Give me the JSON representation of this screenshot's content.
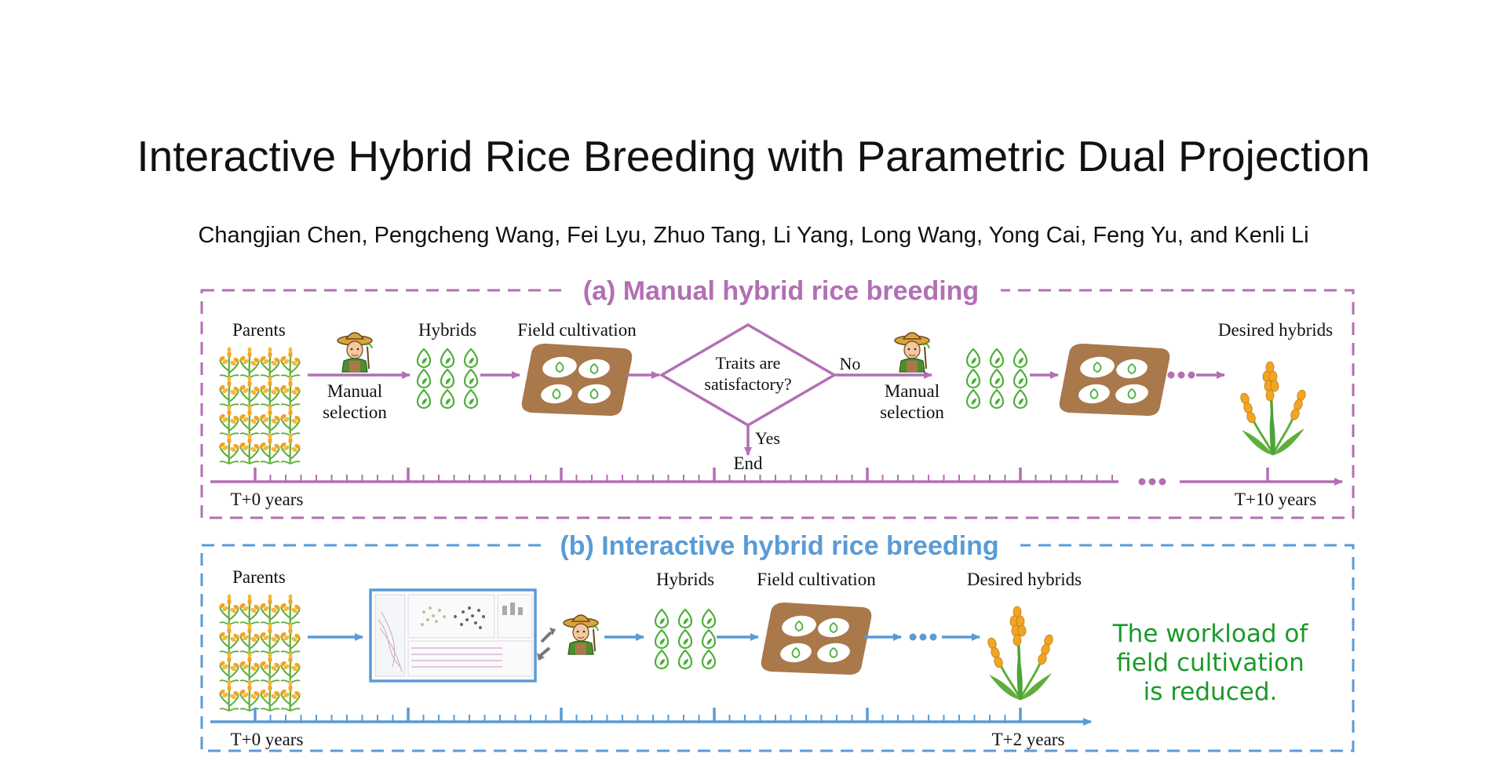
{
  "title": "Interactive Hybrid Rice Breeding with Parametric Dual Projection",
  "authors": "Changjian Chen, Pengcheng Wang, Fei Lyu, Zhuo Tang, Li Yang, Long Wang, Yong Cai, Feng Yu, and Kenli Li",
  "colors": {
    "manual": "#b26fb5",
    "interactive": "#5a9bd5",
    "note": "#1a9a2a",
    "soil": "#a9784b",
    "leaf": "#4caf3a"
  },
  "panel_a": {
    "heading": "(a) Manual hybrid rice breeding",
    "parents": "Parents",
    "manual_selection_1": "Manual",
    "manual_selection_2": "selection",
    "hybrids": "Hybrids",
    "field_cultivation": "Field cultivation",
    "decision_1": "Traits are",
    "decision_2": "satisfactory?",
    "no": "No",
    "yes": "Yes",
    "end": "End",
    "manual_selection_b_1": "Manual",
    "manual_selection_b_2": "selection",
    "desired_hybrids": "Desired hybrids",
    "timeline_start": "T+0 years",
    "timeline_end": "T+10 years"
  },
  "panel_b": {
    "heading": "(b) Interactive hybrid rice breeding",
    "parents": "Parents",
    "hybrids": "Hybrids",
    "field_cultivation": "Field cultivation",
    "desired_hybrids": "Desired hybrids",
    "note_1": "The workload of",
    "note_2": "field cultivation",
    "note_3": "is reduced.",
    "timeline_start": "T+0 years",
    "timeline_end": "T+2 years"
  },
  "icons": [
    "rice-plant-icon",
    "farmer-icon",
    "seed-icon",
    "field-plot-icon",
    "rice-stalk-icon",
    "interface-screenshot-icon",
    "refresh-arrows-icon"
  ]
}
